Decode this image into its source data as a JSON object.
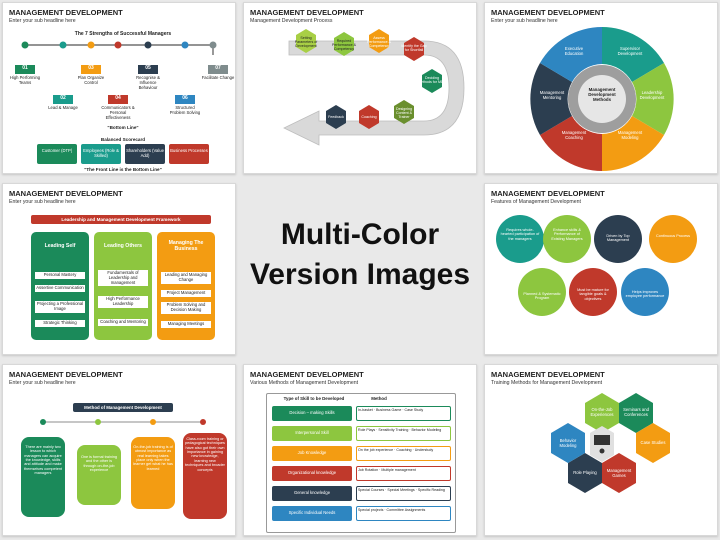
{
  "center": {
    "line1": "Multi-Color",
    "line2": "Version Images"
  },
  "colors": {
    "green": "#1b8a5a",
    "teal": "#1a9c8c",
    "orange": "#f39c12",
    "red": "#c0392b",
    "navy": "#2c3e50",
    "blue": "#2e86c1",
    "lime": "#8dc63f",
    "gray": "#7f8c8d"
  },
  "slides": {
    "s1": {
      "title": "MANAGEMENT DEVELOPMENT",
      "sub": "Enter your sub headline here",
      "heading": "The 7 Strengths of Successful Managers",
      "steps": [
        {
          "num": "01",
          "label": "High Performing Teams"
        },
        {
          "num": "02",
          "label": "Lead & Manage"
        },
        {
          "num": "03",
          "label": "Plan Organize Control"
        },
        {
          "num": "04",
          "label": "Communicators & Personal Effectiveness"
        },
        {
          "num": "05",
          "label": "Recognise & Influence Behaviour"
        },
        {
          "num": "06",
          "label": "Structured Problem Solving"
        },
        {
          "num": "07",
          "label": "Facilitate Change"
        }
      ],
      "bottom_line": "\"Bottom Line\"",
      "scorecard": "Balanced Scorecard",
      "cards": [
        "Customer (DTP)",
        "Employees (Role & Skilled)",
        "Shareholders (Value Add)",
        "Business Processes"
      ],
      "footer": "\"The Front Line is the Bottom Line\""
    },
    "s2": {
      "title": "MANAGEMENT DEVELOPMENT",
      "sub": "Management Development Process",
      "hexes": [
        "Setting Parameters of Development",
        "Required Performance & Competency",
        "Assess Performance & Competency",
        "Identify the Gap for Shortfall",
        "Deciding Methods for MDP",
        "Designing Content & Trainer",
        "Coaching",
        "Feedback"
      ]
    },
    "s3": {
      "title": "MANAGEMENT DEVELOPMENT",
      "sub": "Enter your sub headline here",
      "center": "Management Development Methods",
      "segments": [
        "Supervisor Development",
        "Leadership Development",
        "Management Modeling",
        "Management Coaching",
        "Management Mentoring",
        "Executive Education"
      ]
    },
    "s4": {
      "title": "MANAGEMENT DEVELOPMENT",
      "sub": "Enter your sub headline here",
      "banner": "Leadership and Management Development Framework",
      "columns": [
        {
          "head": "Leading Self",
          "items": [
            "Personal Mastery",
            "Assertive Communication",
            "Projecting a Professional Image",
            "Strategic Thinking"
          ]
        },
        {
          "head": "Leading Others",
          "items": [
            "Fundamentals of Leadership and management",
            "High Performance Leadership",
            "Coaching and Mentoring"
          ]
        },
        {
          "head": "Managing The Business",
          "items": [
            "Leading and Managing Change",
            "Project Management",
            "Problem Solving and Decision Making",
            "Managing Meetings"
          ]
        }
      ]
    },
    "s6": {
      "title": "MANAGEMENT DEVELOPMENT",
      "sub": "Features of Management Development",
      "items": [
        "Requires whole-hearted participation of the managers",
        "Enhance skills & Performance of Existing Managers",
        "Driven by Top Management",
        "Continuous Process",
        "Planned & Systematic Program",
        "Must be mature for tangible goals & objectives",
        "Helps improves employee performance"
      ]
    },
    "s7": {
      "title": "MANAGEMENT DEVELOPMENT",
      "sub": "Enter your sub headline here",
      "banner": "Method of Management Development",
      "bubbles": [
        "There are mainly two lesson to which managers can acquire the knowledge, skills and attitude and make themselves competent managers",
        "One is formal training and the other is through on-the-job experience",
        "On-the-job training is of utmost importance as real learning takes place only when the learner get what he has learned",
        "Class-room training or pedagogical techniques have also got their own importance in gaining new knowledge, learning new techniques and broader concepts"
      ]
    },
    "s8": {
      "title": "MANAGEMENT DEVELOPMENT",
      "sub": "Various Methods of Management Development",
      "col1": "Type of Skill to be Developed",
      "col2": "Method",
      "rows": [
        {
          "skill": "Decision – making Skills",
          "method": "In-basket · Business Game · Case Study"
        },
        {
          "skill": "Interpersonal Skill",
          "method": "Role Plays · Sensitivity Training · Behavior Modeling"
        },
        {
          "skill": "Job Knowledge",
          "method": "On the job experience · Coaching · Understudy"
        },
        {
          "skill": "Organizational knowledge",
          "method": "Job Rotation · Multiple management"
        },
        {
          "skill": "General knowledge",
          "method": "Special Courses · Special Meetings · Specific Reading"
        },
        {
          "skill": "Specific Individual Needs",
          "method": "Special projects · Committee Assignments"
        }
      ]
    },
    "s9": {
      "title": "MANAGEMENT DEVELOPMENT",
      "sub": "Training Methods for Management Development",
      "hexes": [
        "On-the-Job Experiences",
        "Seminars and Conferences",
        "Case Studies",
        "Management Games",
        "Role Playing",
        "Behavior Modeling"
      ]
    }
  }
}
